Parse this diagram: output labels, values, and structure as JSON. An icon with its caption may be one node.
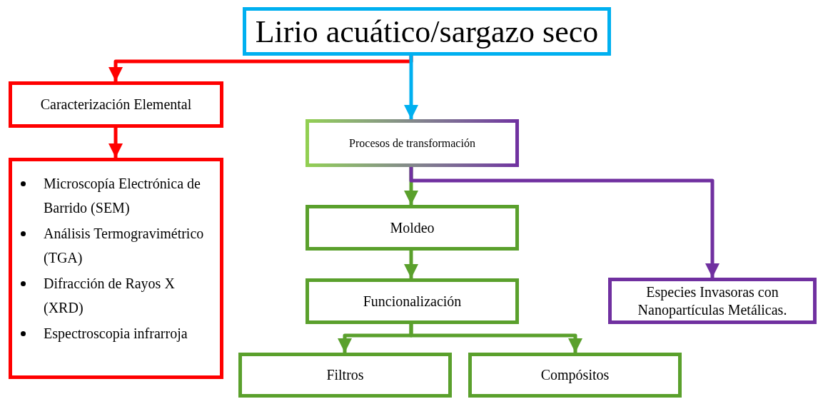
{
  "diagram": {
    "nodes": [
      {
        "text": [
          "Lirio acuático/sargazo seco"
        ]
      },
      {
        "text": [
          "Caracterización Elemental"
        ]
      },
      {
        "text": [
          "Microscopía Electrónica de Barrido (SEM)",
          "Análisis Termogravimétrico (TGA)",
          "Difracción de Rayos X (XRD)",
          "Espectroscopia infrarroja"
        ]
      },
      {
        "text": [
          "Procesos de transformación"
        ]
      },
      {
        "text": [
          "Moldeo"
        ]
      },
      {
        "text": [
          "Funcionalización"
        ]
      },
      {
        "text": [
          "Especies Invasoras con Nanopartículas Metálicas."
        ]
      },
      {
        "text": [
          "Filtros"
        ]
      },
      {
        "text": [
          "Compósitos"
        ]
      }
    ],
    "edges": [
      {
        "from": 0,
        "to": 1,
        "arrow": "to",
        "color": "#ff0000"
      },
      {
        "from": 0,
        "to": 3,
        "arrow": "to",
        "color": "#00b0f0"
      },
      {
        "from": 1,
        "to": 2,
        "arrow": "to",
        "color": "#ff0000"
      },
      {
        "from": 3,
        "to": 4,
        "arrow": "to"
      },
      {
        "from": 3,
        "to": 6,
        "arrow": "to",
        "color": "#7030a0"
      },
      {
        "from": 4,
        "to": 5,
        "arrow": "to"
      },
      {
        "from": 5,
        "to": 7,
        "arrow": "to"
      },
      {
        "from": 5,
        "to": 8,
        "arrow": "to"
      }
    ]
  }
}
